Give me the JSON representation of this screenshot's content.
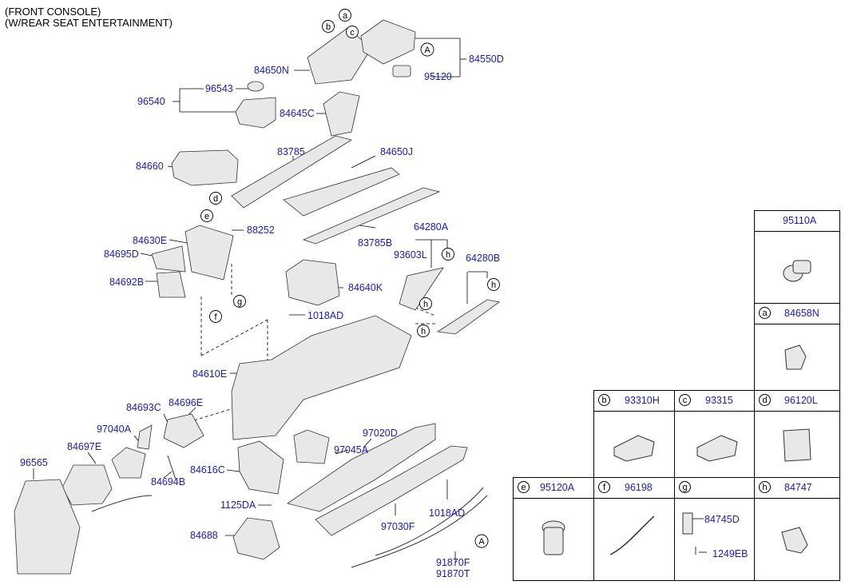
{
  "header": [
    "(FRONT CONSOLE)",
    "(W/REAR SEAT ENTERTAINMENT)"
  ],
  "labels": {
    "p84650N": "84650N",
    "p84550D": "84550D",
    "p95120": "95120",
    "p96543": "96543",
    "p96540": "96540",
    "p84645C": "84645C",
    "p83785": "83785",
    "p84650J": "84650J",
    "p84660": "84660",
    "p88252": "88252",
    "p84630E": "84630E",
    "p84695D": "84695D",
    "p84692B": "84692B",
    "p83785B": "83785B",
    "p64280A": "64280A",
    "p93603L": "93603L",
    "p64280B": "64280B",
    "p84640K": "84640K",
    "p1018AD_top": "1018AD",
    "p84610E": "84610E",
    "p84693C": "84693C",
    "p84696E": "84696E",
    "p97040A": "97040A",
    "p84697E": "84697E",
    "p96565": "96565",
    "p84694B": "84694B",
    "p84616C": "84616C",
    "p97020D": "97020D",
    "p97045A": "97045A",
    "p1125DA": "1125DA",
    "p1018AD_bot": "1018AD",
    "p97030F": "97030F",
    "p84688": "84688",
    "p91870F": "91870F",
    "p91870T": "91870T"
  },
  "callouts": {
    "a": "a",
    "b": "b",
    "c": "c",
    "d": "d",
    "e": "e",
    "f": "f",
    "g": "g",
    "h": "h",
    "A": "A"
  },
  "table": {
    "top": {
      "part": "95110A"
    },
    "a": {
      "letter": "a",
      "part": "84658N"
    },
    "b": {
      "letter": "b",
      "part": "93310H"
    },
    "c": {
      "letter": "c",
      "part": "93315"
    },
    "d": {
      "letter": "d",
      "part": "96120L"
    },
    "e": {
      "letter": "e",
      "part": "95120A"
    },
    "f": {
      "letter": "f",
      "part": "96198"
    },
    "g": {
      "letter": "g",
      "sub1": "84745D",
      "sub2": "1249EB"
    },
    "h": {
      "letter": "h",
      "part": "84747"
    }
  },
  "colors": {
    "label": "#1a1acc",
    "line": "#000000"
  }
}
